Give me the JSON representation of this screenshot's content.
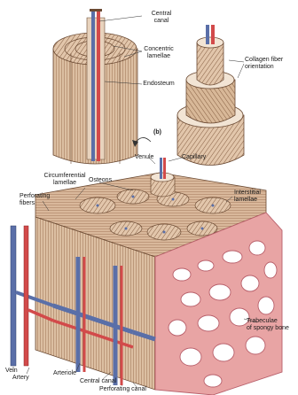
{
  "labels": {
    "central_canal_top": "Central\ncanal",
    "concentric_lamellae": "Concentric\nlamellae",
    "endosteum": "Endosteum",
    "collagen_fiber_orientation": "Collagen fiber\norientation",
    "panel_b": "(b)",
    "venule": "Venule",
    "capillary": "Capillary",
    "osteons": "Osteons",
    "circumferential_lamellae": "Circumferential\nlamellae",
    "interstitial_lamellae": "Interstitial\nlamellae",
    "perforating_fibers": "Perforating\nfibers",
    "trabeculae": "Trabeculae\nof spongy bone",
    "vein": "Vein",
    "artery": "Artery",
    "arteriole": "Arteriole",
    "central_canal_bottom": "Central canal",
    "perforating_canal": "Perforating canal"
  },
  "colors": {
    "bone": "#d9b89b",
    "bone_dark": "#a67c5b",
    "lamella_line": "#8a5e3f",
    "vein": "#5a6fa8",
    "artery": "#d24a4a",
    "spongy": "#e8a4a4",
    "spongy_dark": "#b85f6a"
  }
}
